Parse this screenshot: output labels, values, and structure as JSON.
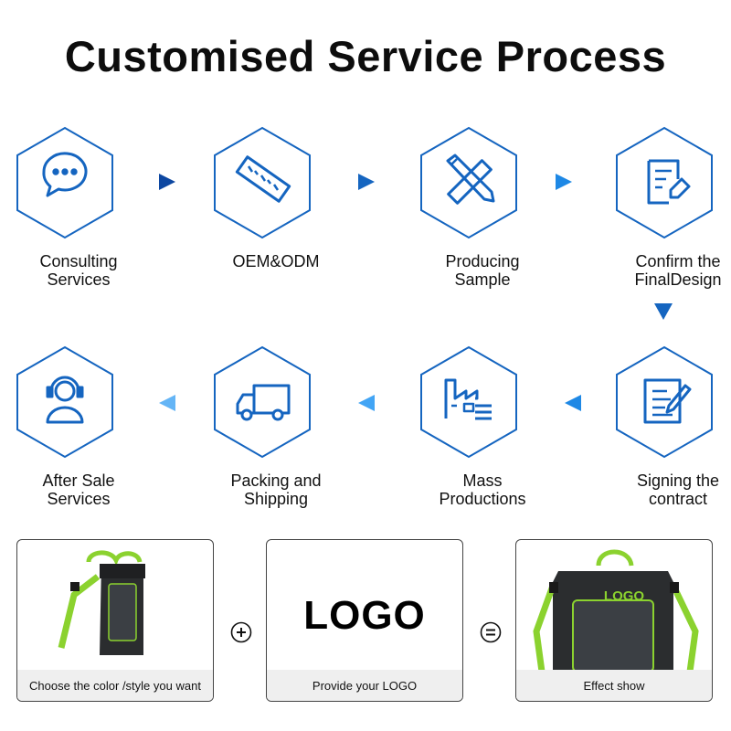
{
  "title": "Customised Service Process",
  "colors": {
    "accent": "#1565c0",
    "arrow_dark": "#0d47a1",
    "arrow_light": "#1e88e5",
    "bag_green": "#8bd22f",
    "bag_body": "#2b2d2f"
  },
  "steps": [
    {
      "label": "Consulting\nServices",
      "icon": "chat-bubble-icon"
    },
    {
      "label": "OEM&ODM",
      "icon": "ruler-icon"
    },
    {
      "label": "Producing\nSample",
      "icon": "pencil-ruler-icon"
    },
    {
      "label": "Confirm the\nFinalDesign",
      "icon": "design-tag-icon"
    },
    {
      "label": "Signing the\ncontract",
      "icon": "contract-pen-icon"
    },
    {
      "label": "Mass\nProductions",
      "icon": "factory-icon"
    },
    {
      "label": "Packing and\nShipping",
      "icon": "truck-icon"
    },
    {
      "label": "After Sale\nServices",
      "icon": "headset-icon"
    }
  ],
  "cards": [
    {
      "caption": "Choose the color /style you want"
    },
    {
      "caption": "Provide your LOGO",
      "logo_text": "LOGO"
    },
    {
      "caption": "Effect show",
      "bag_logo": "LOGO"
    }
  ],
  "operators": {
    "plus": "plus-icon",
    "equals": "equals-icon"
  }
}
